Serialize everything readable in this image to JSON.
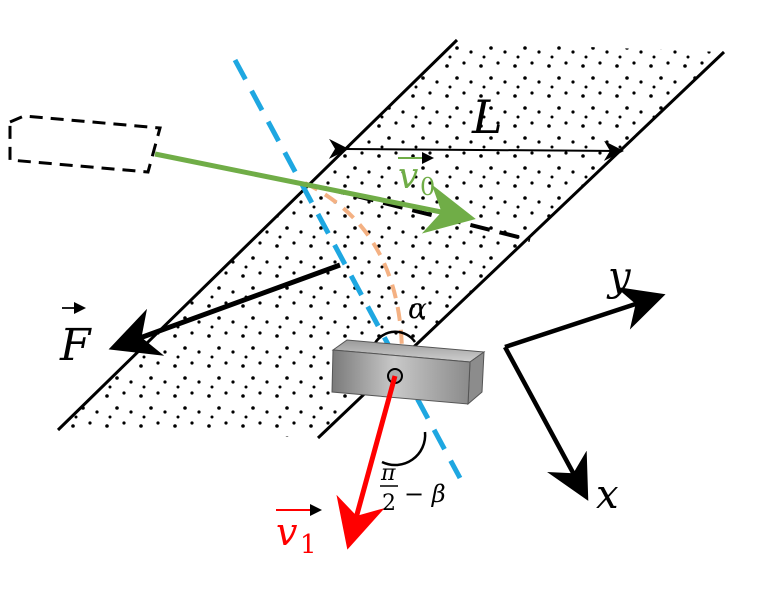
{
  "labels": {
    "length": "L",
    "initial_velocity": "v",
    "initial_velocity_sub": "0",
    "force": "F",
    "final_velocity": "v",
    "final_velocity_sub": "1",
    "alpha": "α",
    "angle_pi": "π",
    "angle_two": "2",
    "angle_minus_beta": "− β",
    "axis_x": "x",
    "axis_y": "y"
  },
  "colors": {
    "initial_velocity": "#70ad47",
    "final_velocity": "#ff0000",
    "normal_line": "#1ea7e1",
    "trajectory": "#f4b183",
    "black": "#000000"
  }
}
